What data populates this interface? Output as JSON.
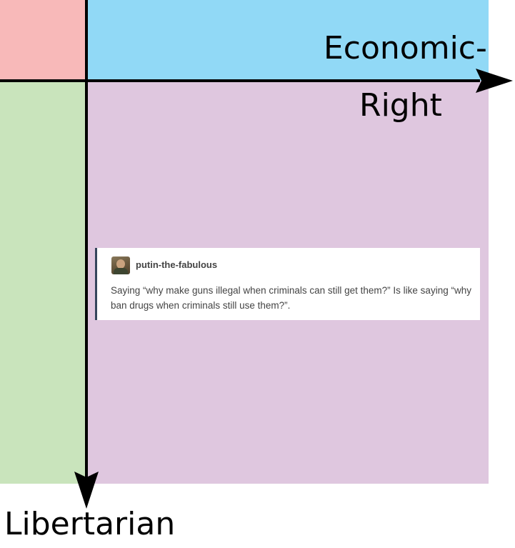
{
  "colors": {
    "auth_left": "#f8b9b9",
    "auth_right": "#91d9f6",
    "lib_left": "#c9e4bc",
    "lib_right": "#dfc7df",
    "axis": "#000000",
    "post_text": "#444444",
    "post_border": "#35465c"
  },
  "axes": {
    "x_label_line1": "Economic-",
    "x_label_line2": "Right",
    "y_label": "Libertarian"
  },
  "post": {
    "username": "putin-the-fabulous",
    "body": "Saying “why make guns illegal when criminals can still get them?” Is like saying “why ban drugs when criminals still use them?”.",
    "avatar_icon": "user-avatar"
  }
}
